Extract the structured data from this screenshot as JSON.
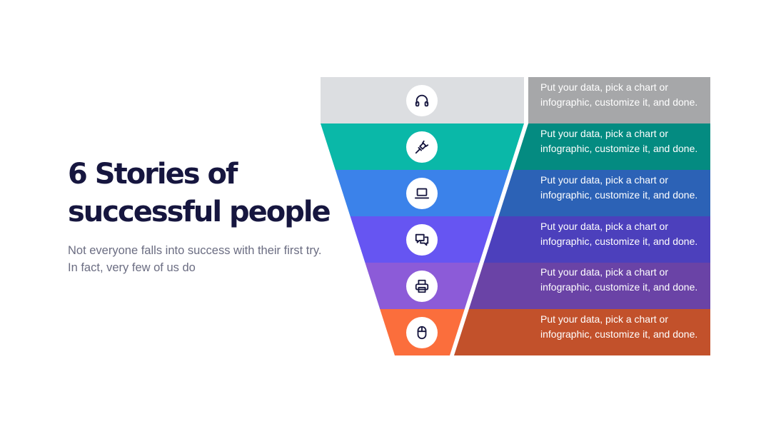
{
  "slide": {
    "title": "6 Stories of successful people",
    "subtitle": "Not everyone falls into success with their first try. In fact, very few of us do"
  },
  "levels": [
    {
      "icon": "headphones-icon",
      "text": "Put your data, pick a chart or infographic, customize it, and done.",
      "color": "#dcdee1",
      "panel_color": "#a6a7a9"
    },
    {
      "icon": "plug-icon",
      "text": "Put your data, pick a chart or infographic, customize it, and done.",
      "color": "#0ab8a8",
      "panel_color": "#048b81"
    },
    {
      "icon": "laptop-icon",
      "text": "Put your data, pick a chart or infographic, customize it, and done.",
      "color": "#3b82ea",
      "panel_color": "#2c62b6"
    },
    {
      "icon": "chat-icon",
      "text": "Put your data, pick a chart or infographic, customize it, and done.",
      "color": "#6655f2",
      "panel_color": "#4c40bc"
    },
    {
      "icon": "printer-icon",
      "text": "Put your data, pick a chart or infographic, customize it, and done.",
      "color": "#8c5bd8",
      "panel_color": "#6a43a6"
    },
    {
      "icon": "mouse-icon",
      "text": "Put your data, pick a chart or infographic, customize it, and done.",
      "color": "#fb6e3c",
      "panel_color": "#c2512b"
    }
  ]
}
